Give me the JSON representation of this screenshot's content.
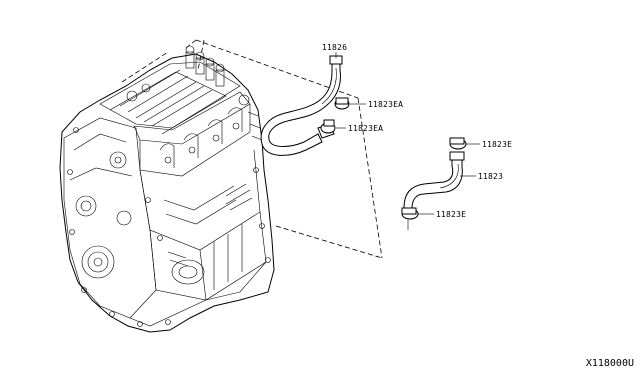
{
  "parts": {
    "hose_upper": "11826",
    "clamp_ea_1": "11823EA",
    "clamp_ea_2": "11823EA",
    "clamp_e_top": "11823E",
    "hose_lower": "11823",
    "clamp_e_bottom": "11823E"
  },
  "reference_code": "X118000U"
}
